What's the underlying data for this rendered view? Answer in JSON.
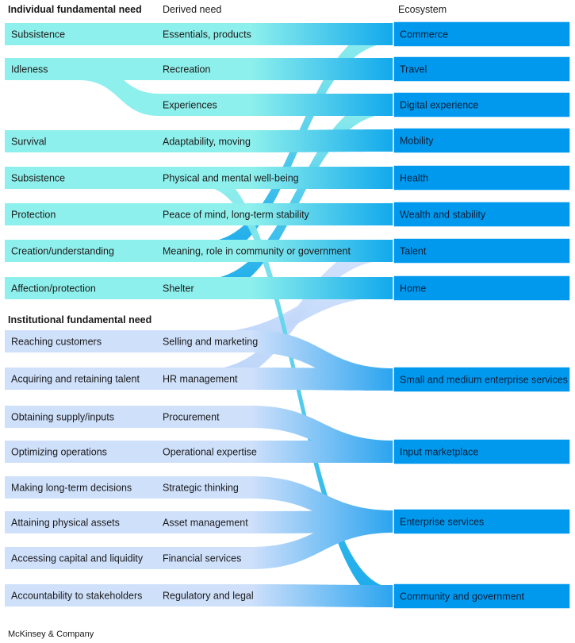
{
  "headers": {
    "individual": "Individual fundamental need",
    "derived": "Derived need",
    "ecosystem": "Ecosystem",
    "institutional": "Institutional fundamental need"
  },
  "footer": "McKinsey & Company",
  "colors": {
    "individual": "#8ef0ec",
    "institutional": "#cfe0fb",
    "ecosystem": "#0099ee"
  },
  "ecosystems": [
    "Commerce",
    "Travel",
    "Digital experience",
    "Mobility",
    "Health",
    "Wealth and stability",
    "Talent",
    "Home",
    "Small and medium enterprise services",
    "Input marketplace",
    "Enterprise services",
    "Community and government"
  ],
  "rows": [
    {
      "need": "Subsistence",
      "derived": "Essentials, products",
      "group": "individual",
      "target": 0
    },
    {
      "need": "Idleness",
      "derived": "Recreation",
      "group": "individual",
      "target": 1
    },
    {
      "need": "",
      "derived": "Experiences",
      "group": "individual",
      "target": 2
    },
    {
      "need": "Survival",
      "derived": "Adaptability, moving",
      "group": "individual",
      "target": 3
    },
    {
      "need": "Subsistence",
      "derived": "Physical and mental well-being",
      "group": "individual",
      "target": 4
    },
    {
      "need": "Protection",
      "derived": "Peace of mind, long-term stability",
      "group": "individual",
      "target": 5
    },
    {
      "need": "Creation/understanding",
      "derived": "Meaning, role in community or government",
      "group": "individual",
      "target": 6
    },
    {
      "need": "Affection/protection",
      "derived": "Shelter",
      "group": "individual",
      "target": 7
    },
    {
      "need": "Reaching customers",
      "derived": "Selling and marketing",
      "group": "institutional",
      "target": 8
    },
    {
      "need": "Acquiring and retaining talent",
      "derived": "HR management",
      "group": "institutional",
      "target": 8
    },
    {
      "need": "Obtaining supply/inputs",
      "derived": "Procurement",
      "group": "institutional",
      "target": 9
    },
    {
      "need": "Optimizing operations",
      "derived": "Operational expertise",
      "group": "institutional",
      "target": 9
    },
    {
      "need": "Making long-term decisions",
      "derived": "Strategic thinking",
      "group": "institutional",
      "target": 10
    },
    {
      "need": "Attaining physical assets",
      "derived": "Asset management",
      "group": "institutional",
      "target": 10
    },
    {
      "need": "Accessing capital and liquidity",
      "derived": "Financial services",
      "group": "institutional",
      "target": 10
    },
    {
      "need": "Accountability to stakeholders",
      "derived": "Regulatory and legal",
      "group": "institutional",
      "target": 11
    }
  ],
  "extra_links": [
    {
      "from": 6,
      "to": 0
    },
    {
      "from": 7,
      "to": 2
    },
    {
      "from": 9,
      "to": 6
    },
    {
      "from": 8,
      "to": 7
    },
    {
      "from": 4,
      "to": 11
    }
  ]
}
